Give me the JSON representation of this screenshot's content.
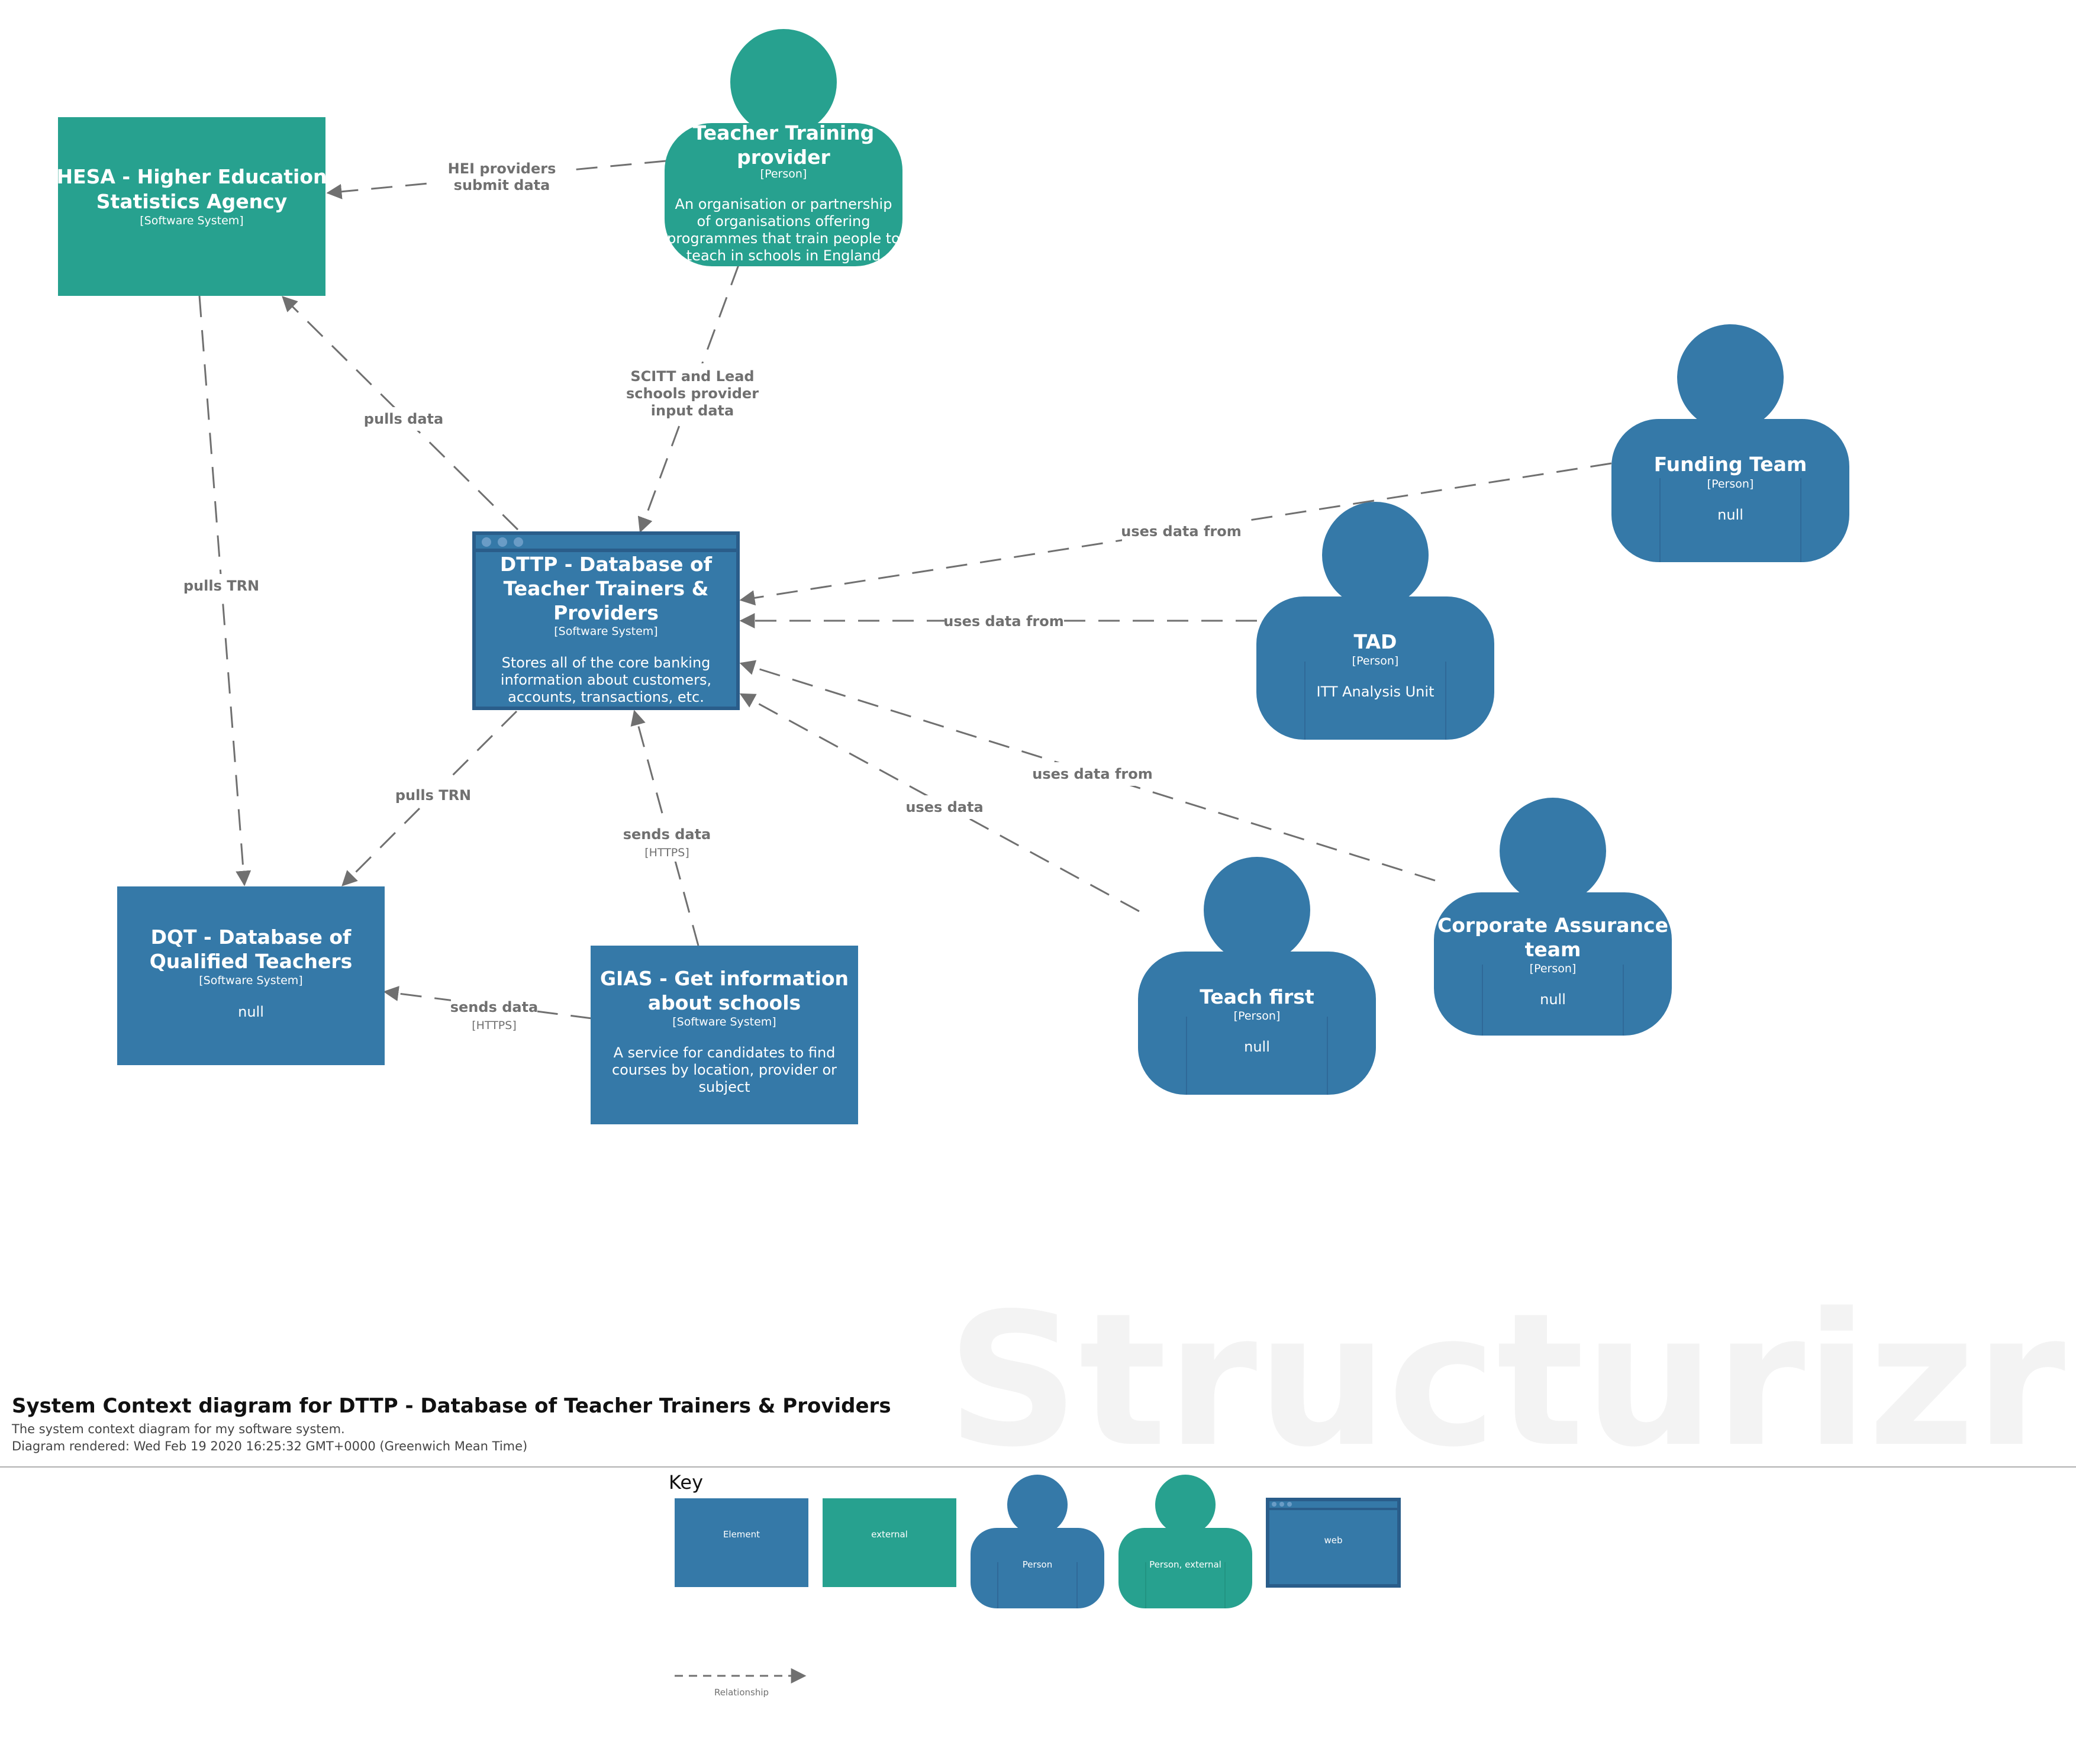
{
  "colors": {
    "element": "#3579a8",
    "external": "#27a18f",
    "relationship": "#707070",
    "divider": "#b0b0b0"
  },
  "elements": {
    "hesa": {
      "name_lines": [
        "HESA - Higher Education",
        "Statistics Agency"
      ],
      "type": "[Software System]",
      "desc_lines": []
    },
    "ttp": {
      "name_lines": [
        "Teacher Training",
        "provider"
      ],
      "type": "[Person]",
      "desc_lines": [
        "An organisation or partnership",
        "of organisations offering",
        "programmes that train people to",
        "teach in schools in England"
      ]
    },
    "dttp": {
      "name_lines": [
        "DTTP - Database of",
        "Teacher Trainers &",
        "Providers"
      ],
      "type": "[Software System]",
      "desc_lines": [
        "Stores all of the core banking",
        "information about customers,",
        "accounts, transactions, etc."
      ]
    },
    "funding": {
      "name_lines": [
        "Funding Team"
      ],
      "type": "[Person]",
      "desc_lines": [
        "null"
      ]
    },
    "tad": {
      "name_lines": [
        "TAD"
      ],
      "type": "[Person]",
      "desc_lines": [
        "ITT Analysis Unit"
      ]
    },
    "dqt": {
      "name_lines": [
        "DQT - Database of",
        "Qualified Teachers"
      ],
      "type": "[Software System]",
      "desc_lines": [
        "null"
      ]
    },
    "gias": {
      "name_lines": [
        "GIAS - Get information",
        "about schools"
      ],
      "type": "[Software System]",
      "desc_lines": [
        "A service for candidates to find",
        "courses by location, provider or",
        "subject"
      ]
    },
    "teachfirst": {
      "name_lines": [
        "Teach first"
      ],
      "type": "[Person]",
      "desc_lines": [
        "null"
      ]
    },
    "corporate": {
      "name_lines": [
        "Corporate Assurance",
        "team"
      ],
      "type": "[Person]",
      "desc_lines": [
        "null"
      ]
    }
  },
  "relationships": {
    "hei": {
      "label_lines": [
        "HEI providers",
        "submit data"
      ],
      "technology": ""
    },
    "scitt": {
      "label_lines": [
        "SCITT and Lead",
        "schools provider",
        "input data"
      ],
      "technology": ""
    },
    "pulls_data": {
      "label_lines": [
        "pulls data"
      ],
      "technology": ""
    },
    "pulls_trn_hesa": {
      "label_lines": [
        "pulls TRN"
      ],
      "technology": ""
    },
    "pulls_trn_dttp": {
      "label_lines": [
        "pulls TRN"
      ],
      "technology": ""
    },
    "funding_uses": {
      "label_lines": [
        "uses data from"
      ],
      "technology": ""
    },
    "tad_uses": {
      "label_lines": [
        "uses data from"
      ],
      "technology": ""
    },
    "corp_uses": {
      "label_lines": [
        "uses data from"
      ],
      "technology": ""
    },
    "teach_uses": {
      "label_lines": [
        "uses data"
      ],
      "technology": ""
    },
    "gias_dttp": {
      "label_lines": [
        "sends data"
      ],
      "technology": "[HTTPS]"
    },
    "gias_dqt": {
      "label_lines": [
        "sends data"
      ],
      "technology": "[HTTPS]"
    }
  },
  "title": "System Context diagram for DTTP - Database of Teacher Trainers & Providers",
  "description": "The system context diagram for my software system.",
  "rendered": "Diagram rendered: Wed Feb 19 2020 16:25:32 GMT+0000 (Greenwich Mean Time)",
  "watermark": "Structurizr",
  "key": {
    "title": "Key",
    "items": [
      "Element",
      "external",
      "Person",
      "Person, external",
      "web"
    ],
    "relationship": "Relationship"
  }
}
